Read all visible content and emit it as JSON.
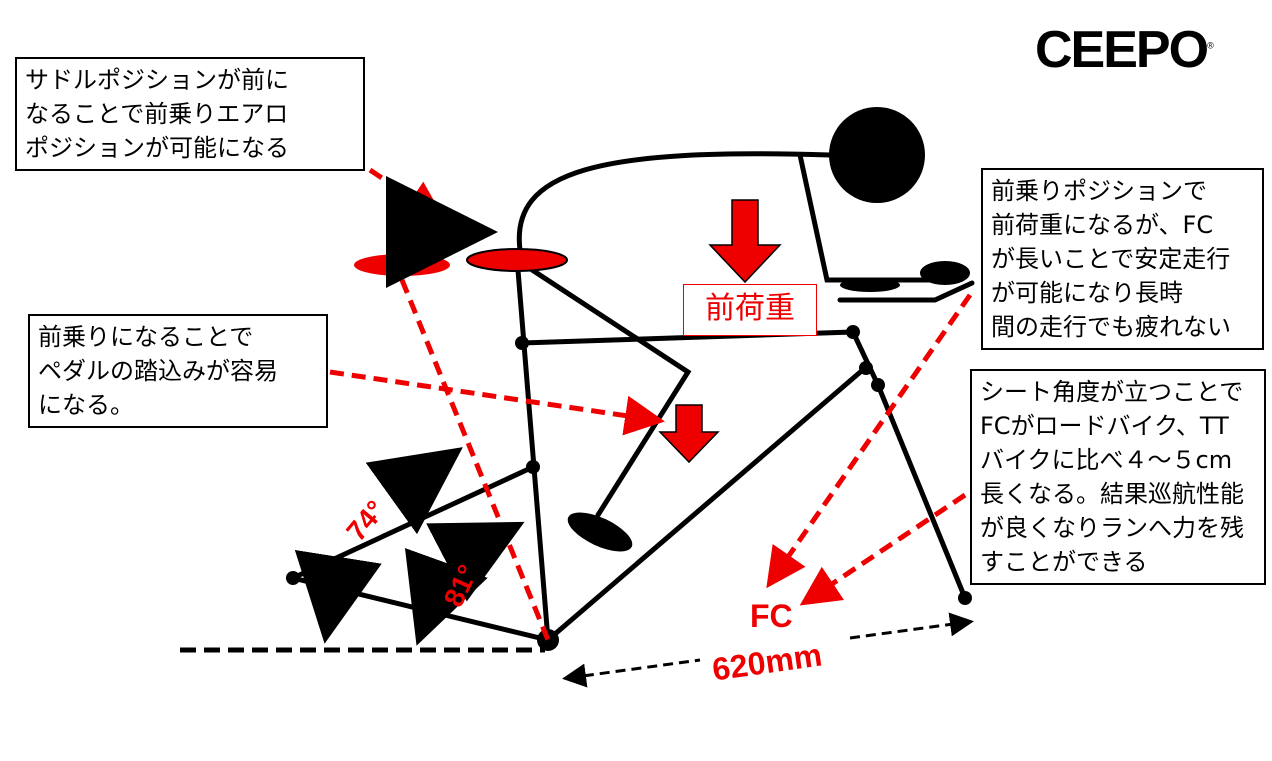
{
  "logo": "CEEPO",
  "logo_mark": "®",
  "callouts": {
    "saddle": "サドルポジションが前に\nなることで前乗りエアロ\nポジションが可能になる",
    "pedal": "前乗りになることで\nペダルの踏込みが容易\nになる。",
    "stability": "前乗りポジションで\n前荷重になるが、FC\nが長いことで安定走行\nが可能になり長時\n間の走行でも疲れない",
    "seat_angle": "シート角度が立つことで\nFCがロードバイク、TT\nバイクに比べ４～５cm\n長くなる。結果巡航性能\nが良くなりランへ力を残\nすことができる"
  },
  "labels": {
    "front_load": "前荷重",
    "angle_74": "74°",
    "angle_81": "81°",
    "fc": "FC",
    "fc_length": "620mm"
  },
  "colors": {
    "accent": "#ee0000",
    "ink": "#000000"
  }
}
